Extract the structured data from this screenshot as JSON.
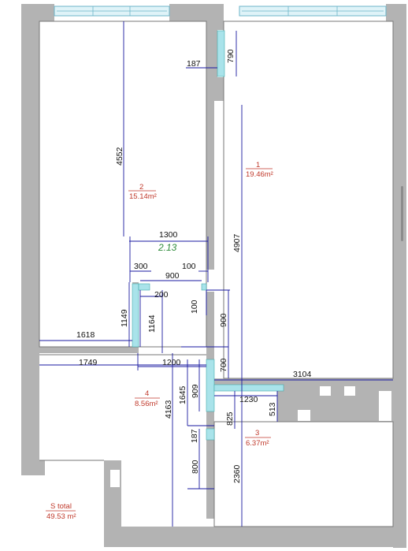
{
  "dimensions": {
    "d4552": "4552",
    "d187": "187",
    "d790": "790",
    "d1300": "1300",
    "d300": "300",
    "d100a": "100",
    "d900a": "900",
    "d200": "200",
    "d100b": "100",
    "d900b": "900",
    "d1149": "1149",
    "d1164": "1164",
    "d1618": "1618",
    "d1749": "1749",
    "d1200": "1200",
    "d700": "700",
    "d3104": "3104",
    "d1645": "1645",
    "d909": "909",
    "d4163": "4163",
    "d1230": "1230",
    "d513": "513",
    "d825": "825",
    "d4907": "4907",
    "d187b": "187",
    "d800": "800",
    "d2360": "2360"
  },
  "rooms": [
    {
      "number": "1",
      "area": "19.46m²"
    },
    {
      "number": "2",
      "area": "15.14m²"
    },
    {
      "number": "3",
      "area": "6.37m²"
    },
    {
      "number": "4",
      "area": "8.56m²"
    }
  ],
  "corridor_value": "2.13",
  "total": {
    "label": "S total",
    "value": "49.53 m²"
  }
}
